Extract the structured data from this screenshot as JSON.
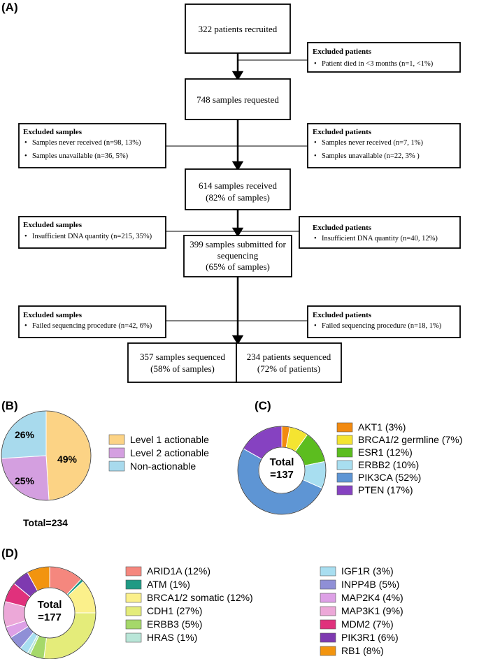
{
  "panels": {
    "a": "(A)",
    "b": "(B)",
    "c": "(C)",
    "d": "(D)"
  },
  "flow": {
    "recruited": "322 patients recruited",
    "requested": "748 samples requested",
    "received_1": "614 samples received",
    "received_2": "(82% of samples)",
    "submitted_1": "399 samples submitted for",
    "submitted_2": "sequencing",
    "submitted_3": "(65% of samples)",
    "seq_samples_1": "357 samples sequenced",
    "seq_samples_2": "(58% of samples)",
    "seq_patients_1": "234 patients sequenced",
    "seq_patients_2": "(72% of patients)"
  },
  "exclusions": {
    "e1": {
      "title": "Excluded patients",
      "items": [
        "Patient died in <3 months (n=1, <1%)"
      ]
    },
    "e2": {
      "title": "Excluded samples",
      "items": [
        "Samples never received (n=98, 13%)",
        "Samples unavailable (n=36, 5%)"
      ]
    },
    "e3": {
      "title": "Excluded patients",
      "items": [
        "Samples never received (n=7, 1%)",
        "Samples unavailable (n=22, 3% )"
      ]
    },
    "e4": {
      "title": "Excluded samples",
      "items": [
        "Insufficient DNA quantity (n=215, 35%)"
      ]
    },
    "e5": {
      "title": "Excluded patients",
      "items": [
        "Insufficient DNA quantity (n=40, 12%)"
      ]
    },
    "e6": {
      "title": "Excluded samples",
      "items": [
        "Failed sequencing procedure (n=42, 6%)"
      ]
    },
    "e7": {
      "title": "Excluded patients",
      "items": [
        "Failed sequencing procedure (n=18, 1%)"
      ]
    }
  },
  "chart_data": [
    {
      "id": "B",
      "type": "pie",
      "title": "Total=234",
      "categories": [
        "Level 1 actionable",
        "Level 2 actionable",
        "Non-actionable"
      ],
      "values": [
        49,
        25,
        26
      ],
      "labels": [
        "49%",
        "25%",
        "26%"
      ],
      "colors": [
        "#fcd385",
        "#d49fe0",
        "#a8daed"
      ],
      "legend": "right"
    },
    {
      "id": "C",
      "type": "pie",
      "donut": true,
      "center_label": [
        "Total",
        "=137"
      ],
      "categories": [
        "AKT1 (3%)",
        "BRCA1/2 germline (7%)",
        "ESR1 (12%)",
        "ERBB2 (10%)",
        "PIK3CA (52%)",
        "PTEN (17%)"
      ],
      "values": [
        3,
        7,
        12,
        10,
        52,
        17
      ],
      "colors": [
        "#f28a10",
        "#f4e431",
        "#5cbd1f",
        "#a8def0",
        "#5e95d4",
        "#8642c1"
      ],
      "legend": "right"
    },
    {
      "id": "D",
      "type": "pie",
      "donut": true,
      "center_label": [
        "Total",
        "=177"
      ],
      "categories": [
        "ARID1A (12%)",
        "ATM (1%)",
        "BRCA1/2 somatic (12%)",
        "CDH1 (27%)",
        "ERBB3 (5%)",
        "HRAS (1%)",
        "IGF1R (3%)",
        "INPP4B (5%)",
        "MAP2K4 (4%)",
        "MAP3K1 (9%)",
        "MDM2 (7%)",
        "PIK3R1 (6%)",
        "RB1 (8%)"
      ],
      "values": [
        12,
        1,
        12,
        27,
        5,
        1,
        3,
        5,
        4,
        9,
        7,
        6,
        8
      ],
      "colors": [
        "#f5877e",
        "#1f9a84",
        "#fbf08b",
        "#e4ec7a",
        "#a5d86a",
        "#b9e6d8",
        "#a8def0",
        "#8f8fd6",
        "#dda0e6",
        "#eca8d8",
        "#e0317c",
        "#7e3ab0",
        "#f2940f"
      ],
      "legend": "right"
    }
  ]
}
